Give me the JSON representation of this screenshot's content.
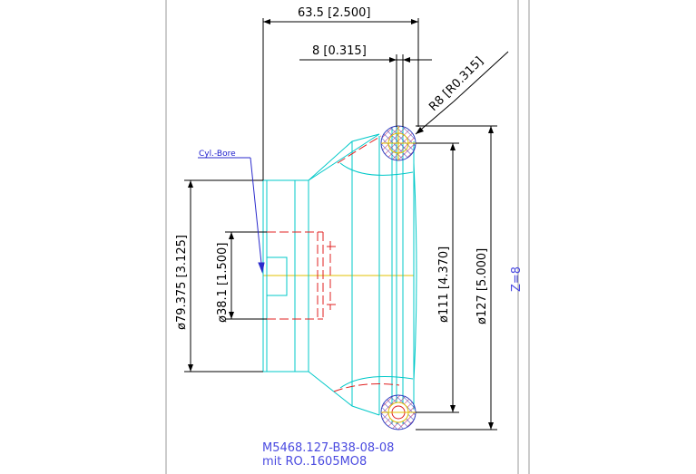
{
  "drawing": {
    "dimensions": {
      "overall_length": "63.5 [2.500]",
      "flange_width": "8 [0.315]",
      "radius": "R8 [R0.315]",
      "pitch_diameter": "ø111 [4.370]",
      "outer_diameter": "ø127 [5.000]",
      "hub_diameter": "ø79.375 [3.125]",
      "bore_diameter": "ø38.1 [1.500]"
    },
    "labels": {
      "bore_callout": "Cyl.-Bore",
      "teeth": "Z=8"
    },
    "title_block": {
      "part_number": "M5468.127-B38-08-08",
      "chain_spec": "mit RO..1605MO8"
    },
    "colors": {
      "frame": "#9a9a9a",
      "outline": "#00c8c8",
      "dimension": "#000000",
      "hidden": "#e02020",
      "centerline": "#e0c000",
      "text": "#4a4ae0",
      "hatch": "#cc2060"
    }
  }
}
